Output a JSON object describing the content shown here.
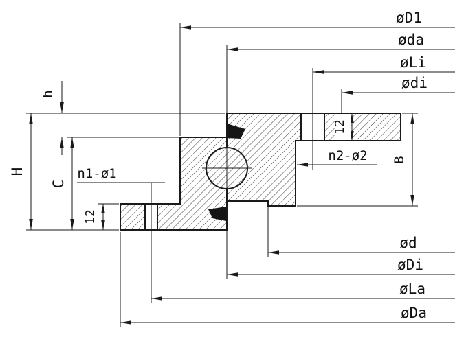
{
  "labels": {
    "dia_d1": "øD1",
    "dia_da_small": "øda",
    "dia_li": "øLi",
    "dia_di_small": "ødi",
    "dia_d_small": "ød",
    "dia_di_cap": "øDi",
    "dia_la": "øLa",
    "dia_da_cap": "øDa",
    "height_total": "H",
    "height_c": "C",
    "height_h": "h",
    "thickness_bottom": "12",
    "thickness_top": "12",
    "bolt_pattern_left": "n1-ø1",
    "bolt_pattern_right": "n2-ø2",
    "width_b": "B"
  }
}
